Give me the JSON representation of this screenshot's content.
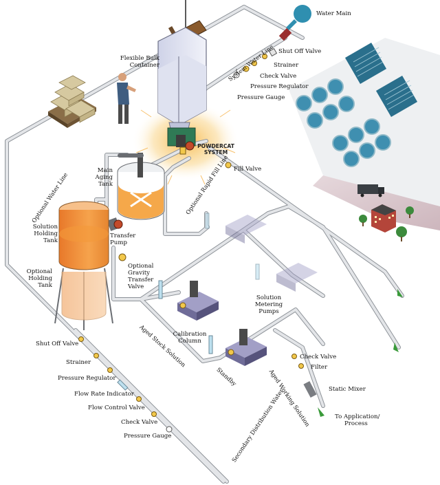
{
  "labels": {
    "water_main": "Water Main",
    "shut_off_valve_top": "Shut Off Valve",
    "strainer_top": "Strainer",
    "check_valve_top": "Check Valve",
    "pressure_regulator_top": "Pressure Regulator",
    "pressure_gauge_top": "Pressure Gauge",
    "system_water_line": "System Water Line",
    "flexible_bulk_container_1": "Flexible Bulk",
    "flexible_bulk_container_2": "Container",
    "powdercat_1": "POWDERCAT",
    "powdercat_2": "SYSTEM",
    "fill_valve": "Fill Valve",
    "optional_rapid_fill_line": "Optional Rapid Fill Line",
    "optional_water_line": "Optional Water Line",
    "main_aging_tank_1": "Main",
    "main_aging_tank_2": "Aging",
    "main_aging_tank_3": "Tank",
    "solution_holding_tank_1": "Solution",
    "solution_holding_tank_2": "Holding",
    "solution_holding_tank_3": "Tank",
    "transfer_pump_1": "Transfer",
    "transfer_pump_2": "Pump",
    "optional_gravity_1": "Optional",
    "optional_gravity_2": "Gravity",
    "optional_gravity_3": "Transfer",
    "optional_gravity_4": "Valve",
    "optional_holding_tank_1": "Optional",
    "optional_holding_tank_2": "Holding",
    "optional_holding_tank_3": "Tank",
    "solution_metering_pumps_1": "Solution",
    "solution_metering_pumps_2": "Metering",
    "solution_metering_pumps_3": "Pumps",
    "calibration_column_1": "Calibration",
    "calibration_column_2": "Column",
    "aged_stock_solution": "Aged Stock Solution",
    "standby": "Standby",
    "aged_working_solution": "Aged Working Solution",
    "check_valve_right": "Check Valve",
    "filter": "Filter",
    "static_mixer": "Static Mixer",
    "to_application_1": "To Application/",
    "to_application_2": "Process",
    "shut_off_valve_left": "Shut Off Valve",
    "strainer_left": "Strainer",
    "pressure_regulator_left": "Pressure Regulator",
    "flow_rate_indicator": "Flow Rate Indicator",
    "flow_control_valve": "Flow Control Valve",
    "check_valve_left": "Check Valve",
    "pressure_gauge_left": "Pressure Gauge",
    "secondary_distribution_water": "Secondary Distribution Water"
  },
  "colors": {
    "pipe": "#c9ccd0",
    "pipe_outline": "#8e9399",
    "solution_orange": "#f39a3a",
    "glow": "#f7c56c",
    "water_main_blue": "#2f8fb0",
    "valve_yellow": "#f2c84b",
    "pump_purple": "#7d7ba6",
    "plant_blue": "#3f8fb0",
    "arrow_green": "#3a9a3a"
  }
}
